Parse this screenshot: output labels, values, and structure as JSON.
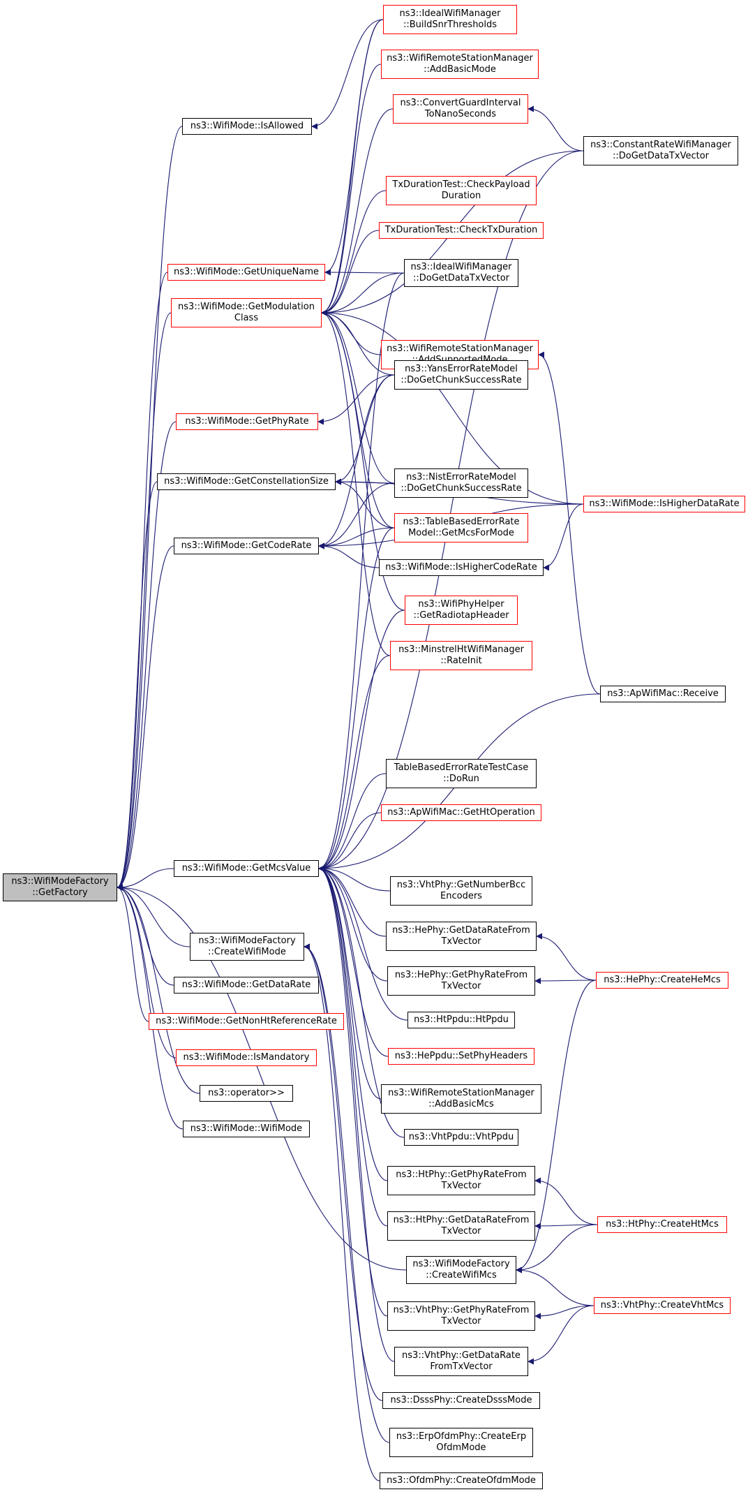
{
  "graph": {
    "edge_color": "#191970",
    "node_border_color": "#000000",
    "truncated_border_color": "#ff0000",
    "root_fill_color": "#bfbfbf",
    "nodes": [
      {
        "id": "root",
        "label": "ns3::WifiModeFactory\n::GetFactory",
        "style": "root"
      },
      {
        "id": "isAllowed",
        "label": "ns3::WifiMode::IsAllowed",
        "style": "normal"
      },
      {
        "id": "getUniqueName",
        "label": "ns3::WifiMode::GetUniqueName",
        "style": "red"
      },
      {
        "id": "getModClass",
        "label": "ns3::WifiMode::GetModulation\nClass",
        "style": "red"
      },
      {
        "id": "getPhyRate",
        "label": "ns3::WifiMode::GetPhyRate",
        "style": "red"
      },
      {
        "id": "getConstSize",
        "label": "ns3::WifiMode::GetConstellationSize",
        "style": "normal"
      },
      {
        "id": "getCodeRate",
        "label": "ns3::WifiMode::GetCodeRate",
        "style": "normal"
      },
      {
        "id": "getMcsValue",
        "label": "ns3::WifiMode::GetMcsValue",
        "style": "normal"
      },
      {
        "id": "createWifiMode",
        "label": "ns3::WifiModeFactory\n::CreateWifiMode",
        "style": "normal"
      },
      {
        "id": "getDataRate",
        "label": "ns3::WifiMode::GetDataRate",
        "style": "normal"
      },
      {
        "id": "getNonHt",
        "label": "ns3::WifiMode::GetNonHtReferenceRate",
        "style": "red"
      },
      {
        "id": "isMandatory",
        "label": "ns3::WifiMode::IsMandatory",
        "style": "red"
      },
      {
        "id": "operatorRR",
        "label": "ns3::operator>>",
        "style": "normal"
      },
      {
        "id": "wifiModeCtor",
        "label": "ns3::WifiMode::WifiMode",
        "style": "normal"
      },
      {
        "id": "buildSnr",
        "label": "ns3::IdealWifiManager\n::BuildSnrThresholds",
        "style": "red"
      },
      {
        "id": "addBasicMode",
        "label": "ns3::WifiRemoteStationManager\n::AddBasicMode",
        "style": "red"
      },
      {
        "id": "convertGuard",
        "label": "ns3::ConvertGuardInterval\nToNanoSeconds",
        "style": "red"
      },
      {
        "id": "checkPayload",
        "label": "TxDurationTest::CheckPayload\nDuration",
        "style": "red"
      },
      {
        "id": "checkTxDur",
        "label": "TxDurationTest::CheckTxDuration",
        "style": "red"
      },
      {
        "id": "idealDoGet",
        "label": "ns3::IdealWifiManager\n::DoGetDataTxVector",
        "style": "normal"
      },
      {
        "id": "addSupported",
        "label": "ns3::WifiRemoteStationManager\n::AddSupportedMode",
        "style": "red"
      },
      {
        "id": "yansChunk",
        "label": "ns3::YansErrorRateModel\n::DoGetChunkSuccessRate",
        "style": "normal"
      },
      {
        "id": "nistChunk",
        "label": "ns3::NistErrorRateModel\n::DoGetChunkSuccessRate",
        "style": "normal"
      },
      {
        "id": "tableGetMcs",
        "label": "ns3::TableBasedErrorRate\nModel::GetMcsForMode",
        "style": "red"
      },
      {
        "id": "isHigherCode",
        "label": "ns3::WifiMode::IsHigherCodeRate",
        "style": "normal"
      },
      {
        "id": "radiotap",
        "label": "ns3::WifiPhyHelper\n::GetRadiotapHeader",
        "style": "red"
      },
      {
        "id": "minstrelInit",
        "label": "ns3::MinstrelHtWifiManager\n::RateInit",
        "style": "red"
      },
      {
        "id": "tableDoRun",
        "label": "TableBasedErrorRateTestCase\n::DoRun",
        "style": "normal"
      },
      {
        "id": "apHtOp",
        "label": "ns3::ApWifiMac::GetHtOperation",
        "style": "red"
      },
      {
        "id": "vhtBcc",
        "label": "ns3::VhtPhy::GetNumberBcc\nEncoders",
        "style": "normal"
      },
      {
        "id": "heDataRate",
        "label": "ns3::HePhy::GetDataRateFrom\nTxVector",
        "style": "normal"
      },
      {
        "id": "hePhyRate",
        "label": "ns3::HePhy::GetPhyRateFrom\nTxVector",
        "style": "normal"
      },
      {
        "id": "htPpdu",
        "label": "ns3::HtPpdu::HtPpdu",
        "style": "normal"
      },
      {
        "id": "heSetPhy",
        "label": "ns3::HePpdu::SetPhyHeaders",
        "style": "red"
      },
      {
        "id": "addBasicMcs",
        "label": "ns3::WifiRemoteStationManager\n::AddBasicMcs",
        "style": "normal"
      },
      {
        "id": "vhtPpdu",
        "label": "ns3::VhtPpdu::VhtPpdu",
        "style": "normal"
      },
      {
        "id": "htPhyRate",
        "label": "ns3::HtPhy::GetPhyRateFrom\nTxVector",
        "style": "normal"
      },
      {
        "id": "htDataRate",
        "label": "ns3::HtPhy::GetDataRateFrom\nTxVector",
        "style": "normal"
      },
      {
        "id": "createWifiMcs",
        "label": "ns3::WifiModeFactory\n::CreateWifiMcs",
        "style": "normal"
      },
      {
        "id": "vhtPhyRate",
        "label": "ns3::VhtPhy::GetPhyRateFrom\nTxVector",
        "style": "normal"
      },
      {
        "id": "vhtDataRate",
        "label": "ns3::VhtPhy::GetDataRate\nFromTxVector",
        "style": "normal"
      },
      {
        "id": "dsss",
        "label": "ns3::DsssPhy::CreateDsssMode",
        "style": "normal"
      },
      {
        "id": "erpOfdm",
        "label": "ns3::ErpOfdmPhy::CreateErp\nOfdmMode",
        "style": "normal"
      },
      {
        "id": "ofdm",
        "label": "ns3::OfdmPhy::CreateOfdmMode",
        "style": "normal"
      },
      {
        "id": "constRateDoGet",
        "label": "ns3::ConstantRateWifiManager\n::DoGetDataTxVector",
        "style": "normal"
      },
      {
        "id": "isHigherData",
        "label": "ns3::WifiMode::IsHigherDataRate",
        "style": "red"
      },
      {
        "id": "apReceive",
        "label": "ns3::ApWifiMac::Receive",
        "style": "normal"
      },
      {
        "id": "heCreateMcs",
        "label": "ns3::HePhy::CreateHeMcs",
        "style": "red"
      },
      {
        "id": "htCreateMcs",
        "label": "ns3::HtPhy::CreateHtMcs",
        "style": "red"
      },
      {
        "id": "vhtCreateMcs",
        "label": "ns3::VhtPhy::CreateVhtMcs",
        "style": "red"
      }
    ],
    "edges": [
      [
        "root",
        "isAllowed"
      ],
      [
        "root",
        "getUniqueName"
      ],
      [
        "root",
        "getModClass"
      ],
      [
        "root",
        "getPhyRate"
      ],
      [
        "root",
        "getConstSize"
      ],
      [
        "root",
        "getCodeRate"
      ],
      [
        "root",
        "getMcsValue"
      ],
      [
        "root",
        "createWifiMode"
      ],
      [
        "root",
        "getDataRate"
      ],
      [
        "root",
        "getNonHt"
      ],
      [
        "root",
        "isMandatory"
      ],
      [
        "root",
        "operatorRR"
      ],
      [
        "root",
        "wifiModeCtor"
      ],
      [
        "root",
        "createWifiMcs"
      ],
      [
        "isAllowed",
        "buildSnr"
      ],
      [
        "getUniqueName",
        "buildSnr"
      ],
      [
        "getUniqueName",
        "idealDoGet"
      ],
      [
        "getModClass",
        "buildSnr"
      ],
      [
        "getModClass",
        "addBasicMode"
      ],
      [
        "getModClass",
        "convertGuard"
      ],
      [
        "getModClass",
        "constRateDoGet"
      ],
      [
        "getModClass",
        "checkPayload"
      ],
      [
        "getModClass",
        "checkTxDur"
      ],
      [
        "getModClass",
        "idealDoGet"
      ],
      [
        "getModClass",
        "isHigherData"
      ],
      [
        "getModClass",
        "addSupported"
      ],
      [
        "getModClass",
        "yansChunk"
      ],
      [
        "getModClass",
        "nistChunk"
      ],
      [
        "getModClass",
        "tableGetMcs"
      ],
      [
        "getModClass",
        "radiotap"
      ],
      [
        "getModClass",
        "minstrelInit"
      ],
      [
        "getPhyRate",
        "yansChunk"
      ],
      [
        "getConstSize",
        "yansChunk"
      ],
      [
        "getConstSize",
        "nistChunk"
      ],
      [
        "getConstSize",
        "tableGetMcs"
      ],
      [
        "getConstSize",
        "isHigherData"
      ],
      [
        "getCodeRate",
        "yansChunk"
      ],
      [
        "getCodeRate",
        "nistChunk"
      ],
      [
        "getCodeRate",
        "tableGetMcs"
      ],
      [
        "getCodeRate",
        "isHigherCode"
      ],
      [
        "getCodeRate",
        "isHigherData"
      ],
      [
        "isHigherCode",
        "isHigherData"
      ],
      [
        "convertGuard",
        "constRateDoGet"
      ],
      [
        "addSupported",
        "apReceive"
      ],
      [
        "getMcsValue",
        "idealDoGet"
      ],
      [
        "getMcsValue",
        "tableGetMcs"
      ],
      [
        "getMcsValue",
        "radiotap"
      ],
      [
        "getMcsValue",
        "minstrelInit"
      ],
      [
        "getMcsValue",
        "constRateDoGet"
      ],
      [
        "getMcsValue",
        "tableDoRun"
      ],
      [
        "getMcsValue",
        "apHtOp"
      ],
      [
        "getMcsValue",
        "apReceive"
      ],
      [
        "getMcsValue",
        "vhtBcc"
      ],
      [
        "getMcsValue",
        "heDataRate"
      ],
      [
        "getMcsValue",
        "hePhyRate"
      ],
      [
        "getMcsValue",
        "htPpdu"
      ],
      [
        "getMcsValue",
        "heSetPhy"
      ],
      [
        "getMcsValue",
        "addBasicMcs"
      ],
      [
        "getMcsValue",
        "vhtPpdu"
      ],
      [
        "getMcsValue",
        "htPhyRate"
      ],
      [
        "getMcsValue",
        "htDataRate"
      ],
      [
        "getMcsValue",
        "vhtPhyRate"
      ],
      [
        "getMcsValue",
        "vhtDataRate"
      ],
      [
        "createWifiMode",
        "dsss"
      ],
      [
        "createWifiMode",
        "erpOfdm"
      ],
      [
        "createWifiMode",
        "ofdm"
      ],
      [
        "heDataRate",
        "heCreateMcs"
      ],
      [
        "hePhyRate",
        "heCreateMcs"
      ],
      [
        "htPhyRate",
        "htCreateMcs"
      ],
      [
        "htDataRate",
        "htCreateMcs"
      ],
      [
        "createWifiMcs",
        "heCreateMcs"
      ],
      [
        "createWifiMcs",
        "htCreateMcs"
      ],
      [
        "createWifiMcs",
        "vhtCreateMcs"
      ],
      [
        "vhtPhyRate",
        "vhtCreateMcs"
      ],
      [
        "vhtDataRate",
        "vhtCreateMcs"
      ]
    ]
  }
}
